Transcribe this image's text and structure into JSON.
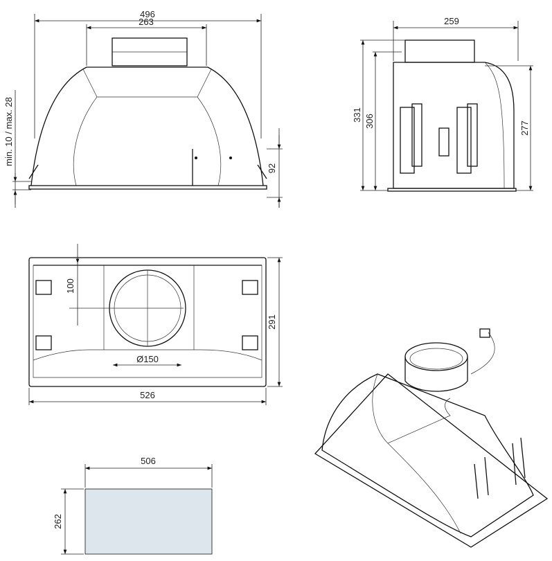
{
  "front_view": {
    "width_total": "496",
    "width_outlet": "263",
    "mount_range": "min. 10 / max. 28",
    "lower_height": "92"
  },
  "side_view": {
    "depth": "259",
    "height_total": "331",
    "height_body": "306",
    "height_bracket": "277"
  },
  "top_view": {
    "width": "526",
    "depth": "291",
    "outlet_offset": "100",
    "outlet_diameter": "Ø150"
  },
  "cutout": {
    "width": "506",
    "depth": "262",
    "fill_color": "#dde6ec"
  }
}
